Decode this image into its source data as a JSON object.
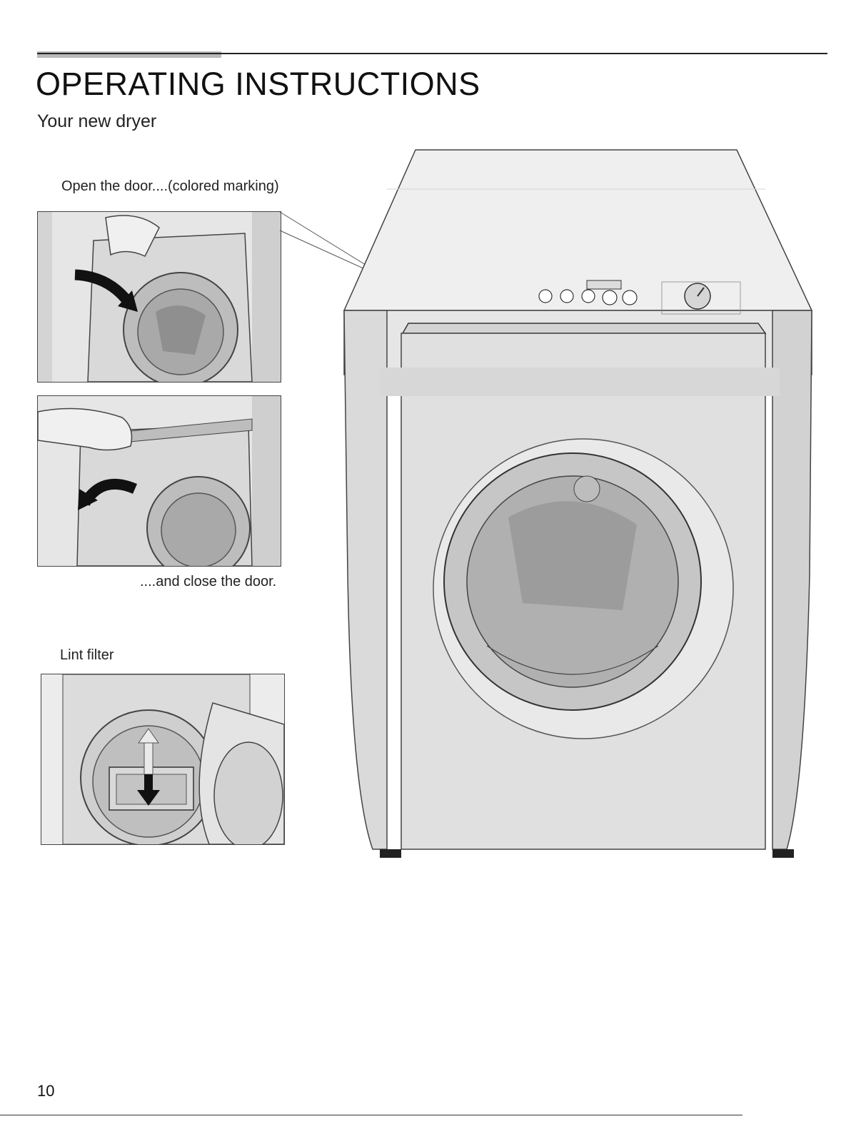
{
  "header": {
    "title": "OPERATING INSTRUCTIONS",
    "subtitle": "Your new dryer"
  },
  "captions": {
    "open_door": "Open the door....(colored marking)",
    "close_door": "....and close the door.",
    "lint_filter": "Lint filter"
  },
  "footer": {
    "page_number": "10"
  },
  "icons": [
    "arrow-curved-right-icon",
    "arrow-curved-left-icon",
    "arrow-up-down-icon"
  ],
  "colors": {
    "text": "#1a1a1a",
    "rule": "#222222",
    "rule_accent": "#b9b9b9",
    "illustration_gray": "#cfcfcf"
  }
}
